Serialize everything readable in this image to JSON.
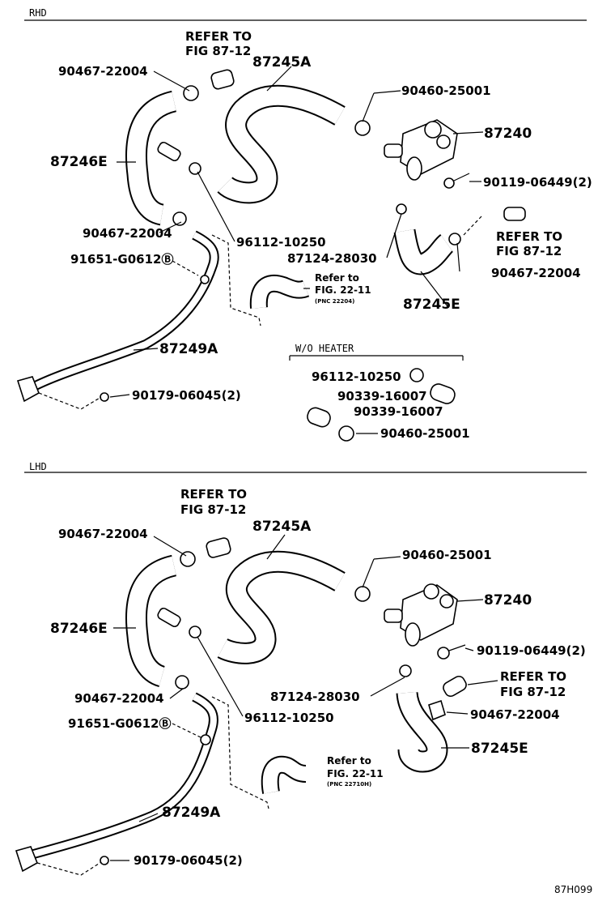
{
  "sections": {
    "top_title": "RHD",
    "bottom_title": "LHD",
    "wo_heater_title": "W/O HEATER"
  },
  "rhd": {
    "refer_fig_87_12_a": [
      "REFER TO",
      "FIG 87-12"
    ],
    "p_87245A": "87245A",
    "p_90467_22004_a": "90467-22004",
    "p_87246E": "87246E",
    "p_90460_25001": "90460-25001",
    "p_87240": "87240",
    "p_90119_06449": "90119-06449(2)",
    "p_90467_22004_b": "90467-22004",
    "p_91651_G0612": "91651-G0612Ⓑ",
    "p_96112_10250": "96112-10250",
    "p_87124_28030": "87124-28030",
    "refer_fig_87_12_b": [
      "REFER TO",
      "FIG 87-12"
    ],
    "p_90467_22004_c": "90467-22004",
    "refer_fig_22_11": [
      "Refer to",
      "FIG. 22-11",
      "(PNC 22204)"
    ],
    "p_87245E": "87245E",
    "p_87249A": "87249A",
    "p_90179_06045": "90179-06045(2)"
  },
  "wo_heater": {
    "p_96112_10250": "96112-10250",
    "p_90339_16007_a": "90339-16007",
    "p_90339_16007_b": "90339-16007",
    "p_90460_25001": "90460-25001"
  },
  "lhd": {
    "refer_fig_87_12_a": [
      "REFER TO",
      "FIG 87-12"
    ],
    "p_87245A": "87245A",
    "p_90467_22004_a": "90467-22004",
    "p_87246E": "87246E",
    "p_90460_25001": "90460-25001",
    "p_87240": "87240",
    "p_90119_06449": "90119-06449(2)",
    "refer_fig_87_12_b": [
      "REFER TO",
      "FIG 87-12"
    ],
    "p_87124_28030": "87124-28030",
    "p_90467_22004_b": "90467-22004",
    "p_90467_22004_c": "90467-22004",
    "p_91651_G0612": "91651-G0612Ⓑ",
    "p_96112_10250": "96112-10250",
    "p_87245E": "87245E",
    "refer_fig_22_11": [
      "Refer to",
      "FIG. 22-11",
      "(PNC 22710H)"
    ],
    "p_87249A": "87249A",
    "p_90179_06045": "90179-06045(2)"
  },
  "figure_code": "87H099"
}
